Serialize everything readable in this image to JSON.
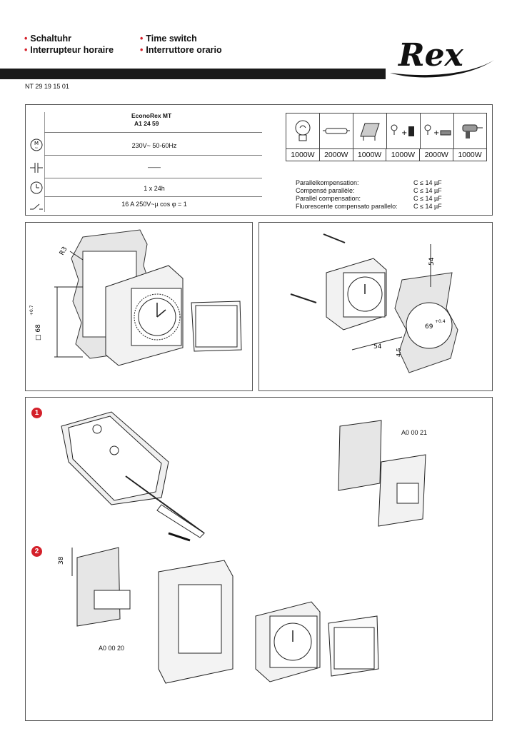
{
  "header": {
    "left_titles": [
      "Schaltuhr",
      "Interrupteur horaire"
    ],
    "right_titles": [
      "Time switch",
      "Interruttore orario"
    ],
    "bullet": "•",
    "brand": "Rex"
  },
  "doc_number": "NT 29 19 15 01",
  "specs": {
    "model_name": "EconoRex MT",
    "model_code": "A1 24 59",
    "rows": [
      {
        "symbol": "motor-icon",
        "value": "230V~ 50-60Hz"
      },
      {
        "symbol": "capacitor-icon",
        "value": "——"
      },
      {
        "symbol": "clock-icon",
        "value": "1 x 24h"
      },
      {
        "symbol": "switch-contact-icon",
        "value": "16 A 250V~µ cos φ = 1"
      }
    ]
  },
  "loads": {
    "icons": [
      "incandescent-lamp-icon",
      "halogen-tube-icon",
      "floodlight-icon",
      "low-voltage-halogen-transformer-icon",
      "low-voltage-halogen-electronic-icon",
      "motor-drill-icon"
    ],
    "values": [
      "1000W",
      "2000W",
      "1000W",
      "1000W",
      "2000W",
      "1000W"
    ]
  },
  "compensation": [
    {
      "label": "Parallelkompensation:",
      "value": "C ≤ 14 µF"
    },
    {
      "label": "Compensé parallèle:",
      "value": "C ≤ 14 µF"
    },
    {
      "label": "Parallel compensation:",
      "value": "C ≤ 14 µF"
    },
    {
      "label": "Fluorescente compensato parallelo:",
      "value": "C ≤ 14 µF"
    }
  ],
  "figure_a": {
    "radius_label": "R3",
    "cutout_label": "□ 68",
    "tolerance": "+0.7"
  },
  "figure_b": {
    "dim_vertical": "54",
    "dim_horizontal": "54",
    "hole_label": "69",
    "hole_tolerance": "+0.4",
    "small_dim": "4.5"
  },
  "figure_c": {
    "steps": [
      "1",
      "2"
    ],
    "codes": [
      "A0 00 21",
      "A0 00 20"
    ],
    "height_dim": "38"
  },
  "colors": {
    "accent": "#d4202a",
    "bar": "#1a1a1a"
  }
}
